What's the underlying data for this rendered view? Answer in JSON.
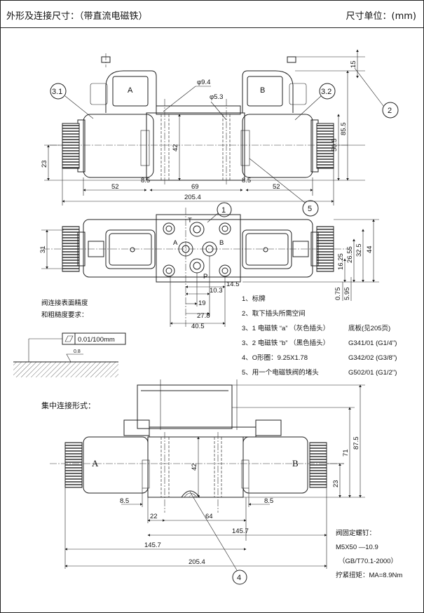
{
  "header": {
    "title": "外形及连接尺寸：（带直流电磁铁）",
    "unit": "尺寸单位：(mm)"
  },
  "top_view": {
    "callouts": [
      "3.1",
      "3.2",
      "2",
      "5"
    ],
    "coil_letters": [
      "A",
      "B"
    ],
    "hole_dia": "φ9.4",
    "bore_dia": "φ5.3",
    "dims": {
      "h42": "42",
      "d23": "23",
      "d52l": "52",
      "d69": "69",
      "d52r": "52",
      "d85l": "8.5",
      "d85r": "8.5",
      "d2054": "205.4",
      "d15": "15",
      "d855": "85.5",
      "d505": "50.5"
    }
  },
  "plan_view": {
    "callout": "1",
    "port_labels": [
      "T",
      "A",
      "B",
      "P"
    ],
    "dims": {
      "d31": "31",
      "d2655": "26.55",
      "d325": "32.5",
      "d44": "44",
      "d1625": "16.25",
      "d075": "0.75",
      "d595": "5.95",
      "d103": "10.3",
      "d145": "14.5",
      "d19": "19",
      "d278": "27.8",
      "d405": "40.5"
    }
  },
  "surface_req": {
    "line1": "阀连接表面精度",
    "line2": "和粗糙度要求：",
    "flatness": "0.01/100mm",
    "roughness": "0.8"
  },
  "notes": [
    {
      "left": "1、标牌",
      "right": ""
    },
    {
      "left": "2、取下插头所需空间",
      "right": ""
    },
    {
      "left": "3、1 电磁铁 “a” （灰色插头）",
      "right": "底板(见205页)"
    },
    {
      "left": "3、2 电磁铁 “b” （黑色插头）",
      "right": "G341/01 (G1/4\")"
    },
    {
      "left": "4、O形圈：9.25X1.78",
      "right": "G342/02 (G3/8\")"
    },
    {
      "left": "5、用一个电磁铁阀的堵头",
      "right": "G502/01 (G1/2\")"
    }
  ],
  "bottom_view": {
    "title": "集中连接形式：",
    "coil_letters": [
      "A",
      "B"
    ],
    "callout": "4",
    "dims": {
      "h42": "42",
      "d85l": "8.5",
      "d22": "22",
      "d64": "64",
      "d85r": "8.5",
      "d1457a": "145.7",
      "d1457b": "145.7",
      "d2054": "205.4",
      "d875": "87.5",
      "d71": "71",
      "d23": "23"
    }
  },
  "fastener": {
    "title": "阀固定螺钉：",
    "spec": "M5X50 —10.9",
    "std": "（GB/T70.1-2000）",
    "torque": "拧紧扭矩：MA=8.9Nm"
  }
}
